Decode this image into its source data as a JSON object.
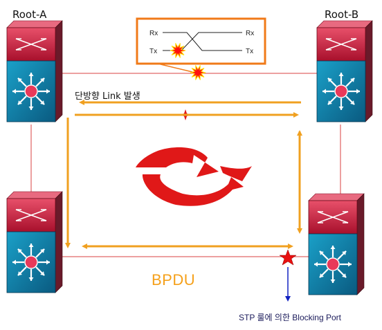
{
  "labels": {
    "root_a": "Root-A",
    "root_b": "Root-B",
    "unidirectional_link": "단방향 Link 발생",
    "bpdu": "BPDU",
    "blocking_port": "STP 룰에 의한 Blocking Port"
  },
  "callout": {
    "rx_left": "Rx",
    "rx_right": "Rx",
    "tx_left": "Tx",
    "tx_right": "Tx"
  },
  "switches": [
    {
      "name": "root-a"
    },
    {
      "name": "root-b"
    },
    {
      "name": "bottom-left"
    },
    {
      "name": "bottom-right"
    }
  ],
  "colors": {
    "switch_top": "#c8183a",
    "switch_bottom": "#0f7ea0",
    "link": "#d84040",
    "bpdu_arrow": "#f0a020",
    "callout_border": "#f07a18",
    "loop_icon": "#e01818",
    "burst": "#ff1010",
    "blocking_arrow": "#1020c0"
  }
}
